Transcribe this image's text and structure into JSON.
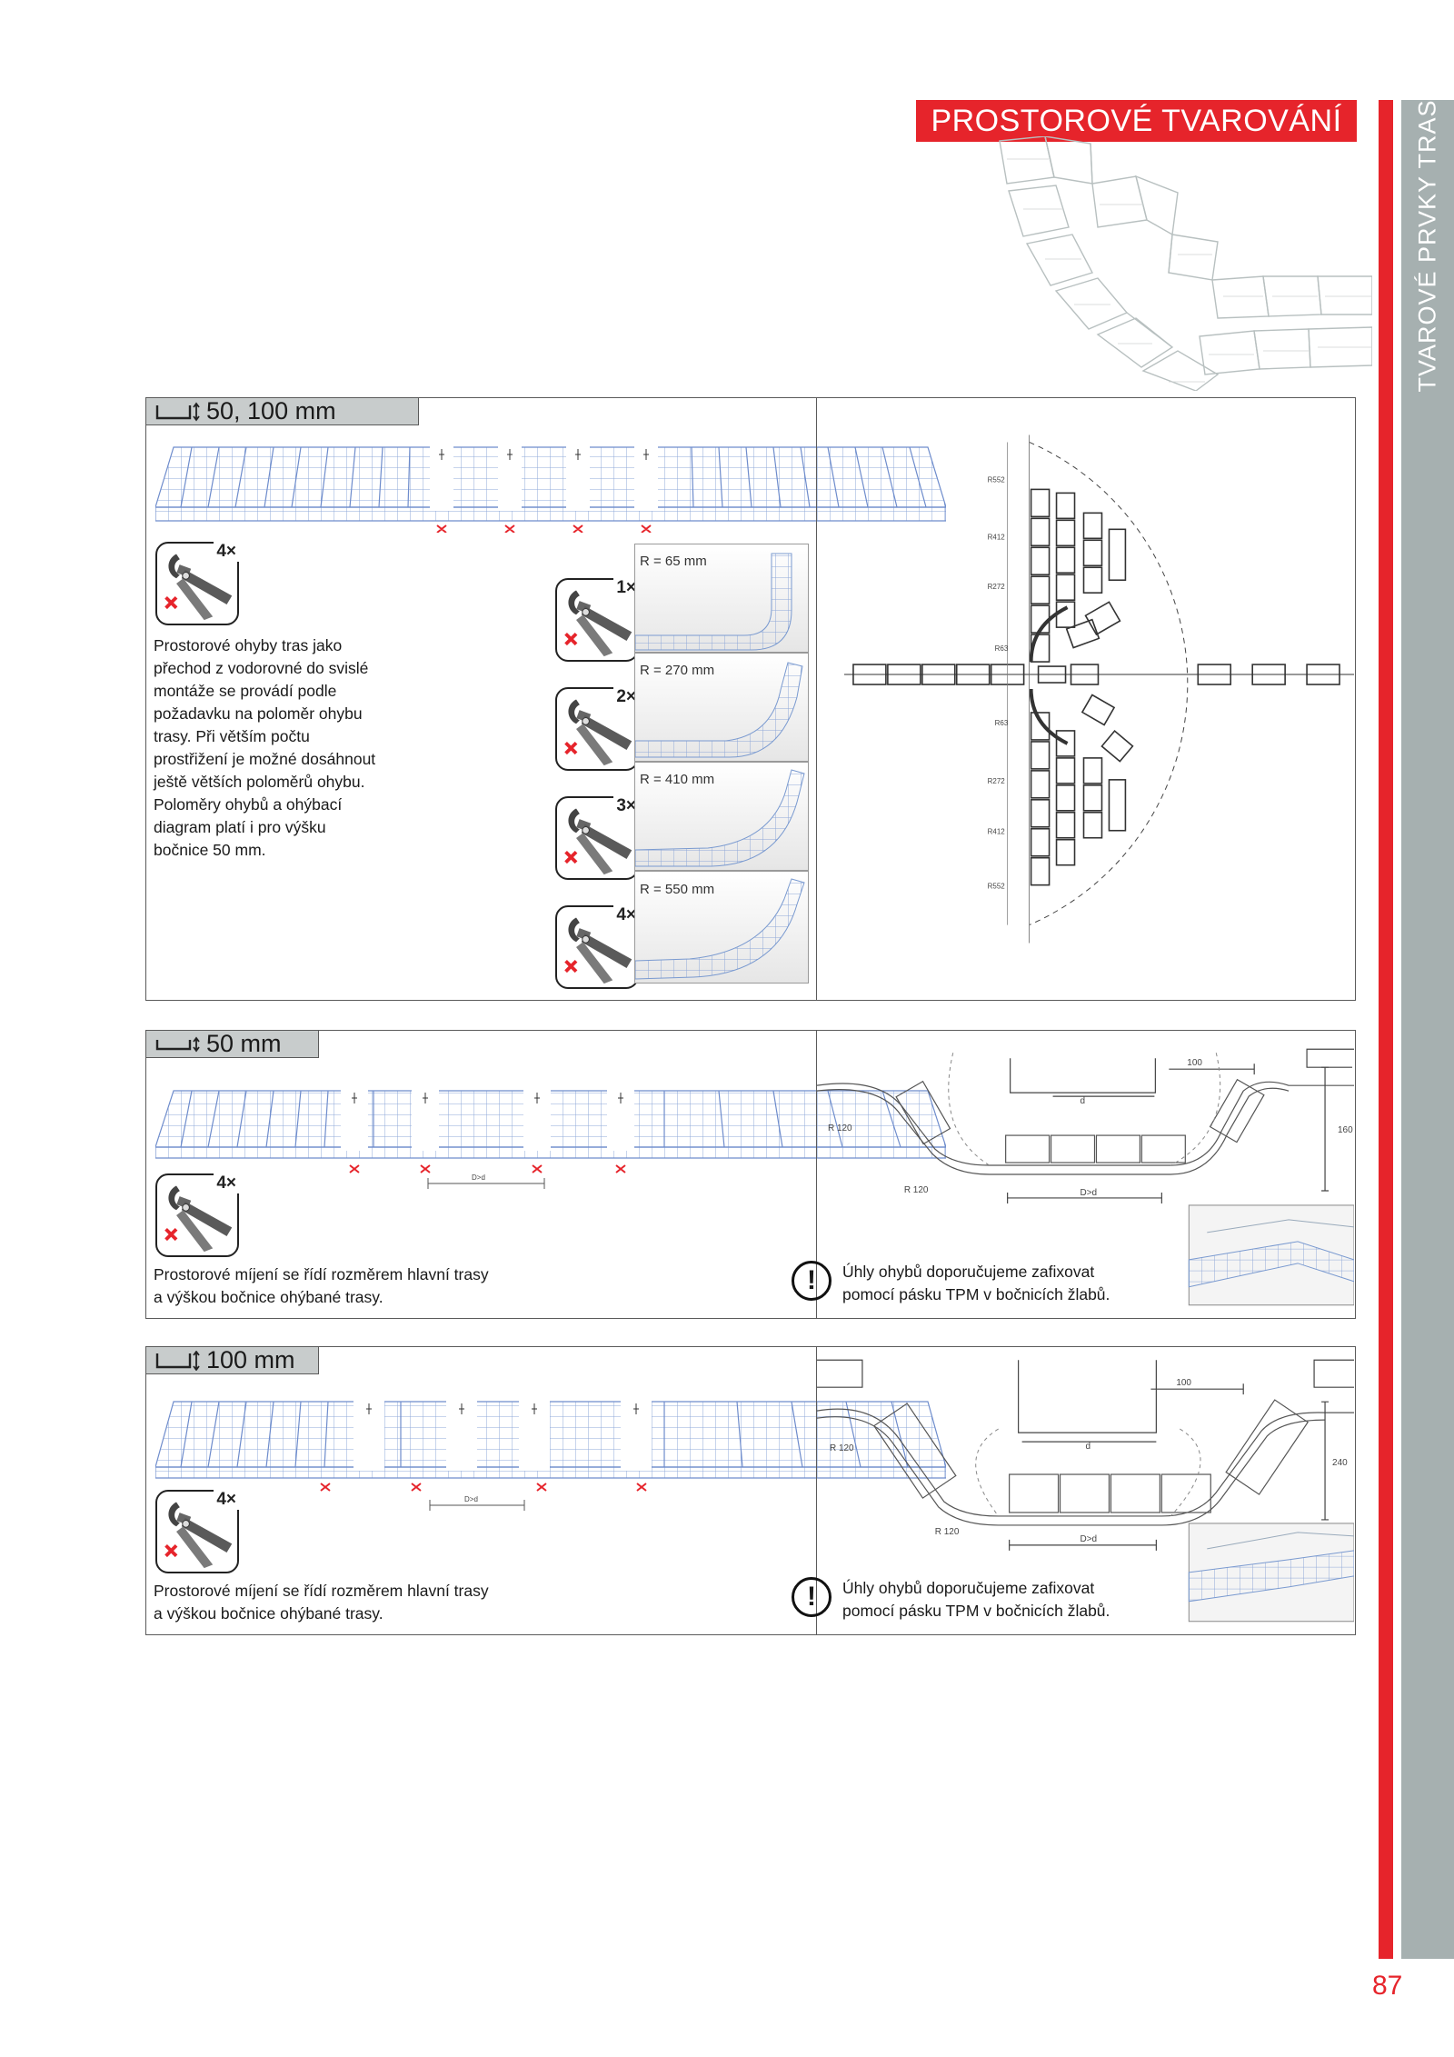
{
  "header": {
    "title": "PROSTOROVÉ TVAROVÁNÍ",
    "side_label": "TVAROVÉ PRVKY TRAS",
    "page_number": "87"
  },
  "section1": {
    "height_label": "50, 100 mm",
    "tool_count": "4×",
    "description": "Prostorové ohyby tras jako přechod z vodorovné do svislé montáže se provádí podle požadavku na poloměr ohybu trasy. Při větším počtu prostřižení je možné dosáhnout ještě větších poloměrů ohybu. Poloměry ohybů a ohýbací diagram platí i pro výšku bočnice 50 mm.",
    "radii": [
      {
        "radius": "R = 65 mm",
        "count": "1×"
      },
      {
        "radius": "R = 270 mm",
        "count": "2×"
      },
      {
        "radius": "R = 410 mm",
        "count": "3×"
      },
      {
        "radius": "R = 550 mm",
        "count": "4×"
      }
    ],
    "diagram_labels": [
      "R552",
      "R412",
      "R272",
      "R63",
      "R63",
      "R272",
      "R412",
      "R552"
    ]
  },
  "section2": {
    "height_label": "50 mm",
    "tool_count": "4×",
    "strip_label": "D>d",
    "description": "Prostorové míjení se řídí rozměrem hlavní trasy a výškou bočnice ohýbané trasy.",
    "warning": "Úhly ohybů doporučujeme zafixovat pomocí pásku TPM v bočnicích žlabů.",
    "dims": {
      "top": "100",
      "d": "d",
      "r1": "R 120",
      "r2": "R 120",
      "height": "160",
      "D": "D>d"
    }
  },
  "section3": {
    "height_label": "100 mm",
    "tool_count": "4×",
    "strip_label": "D>d",
    "description": "Prostorové míjení se řídí rozměrem hlavní trasy a výškou bočnice ohýbané trasy.",
    "warning": "Úhly ohybů doporučujeme zafixovat pomocí pásku TPM v bočnicích žlabů.",
    "dims": {
      "top": "100",
      "d": "d",
      "r1": "R 120",
      "r2": "R 120",
      "height": "240",
      "D": "D>d"
    }
  }
}
